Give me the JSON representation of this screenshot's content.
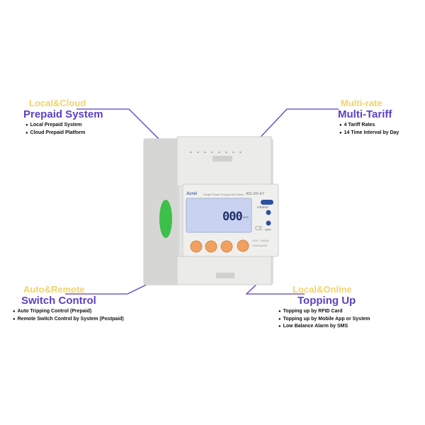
{
  "features": {
    "top_left": {
      "subtitle": "Local&Cloud",
      "title": "Prepaid System",
      "bullets": [
        "Local Prepaid System",
        "Cloud Prepaid Platform"
      ]
    },
    "top_right": {
      "subtitle": "Multi-rate",
      "title": "Multi-Tariff",
      "bullets": [
        "4 Tariff Rates",
        "14 Time Interval by Day"
      ]
    },
    "bottom_left": {
      "subtitle": "Auto&Remote",
      "title": "Switch Control",
      "bullets": [
        "Auto Tripping Control (Prepaid)",
        "Remote Switch Control by System (Postpaid)"
      ]
    },
    "bottom_right": {
      "subtitle": "Local&Online",
      "title": "Topping Up",
      "bullets": [
        "Topping up by RFID Card",
        "Topping up by Mobile App or System",
        "Low Balance Alarm by SMS"
      ]
    }
  },
  "meter": {
    "brand": "Acrel",
    "name": "Single Phase Prepayment Meter",
    "model": "ADL100-EY",
    "display": "000",
    "unit": "kWh",
    "infrared": "Infrared",
    "off": "OFF",
    "ce": "CE",
    "rating": "230V~ 10(60)A",
    "constant": "1600imp/kWh"
  },
  "colors": {
    "accent": "#5b3fc4",
    "subtitle": "#f2d36b",
    "button": "#f0a060",
    "lcd": "#c9d2f0"
  }
}
